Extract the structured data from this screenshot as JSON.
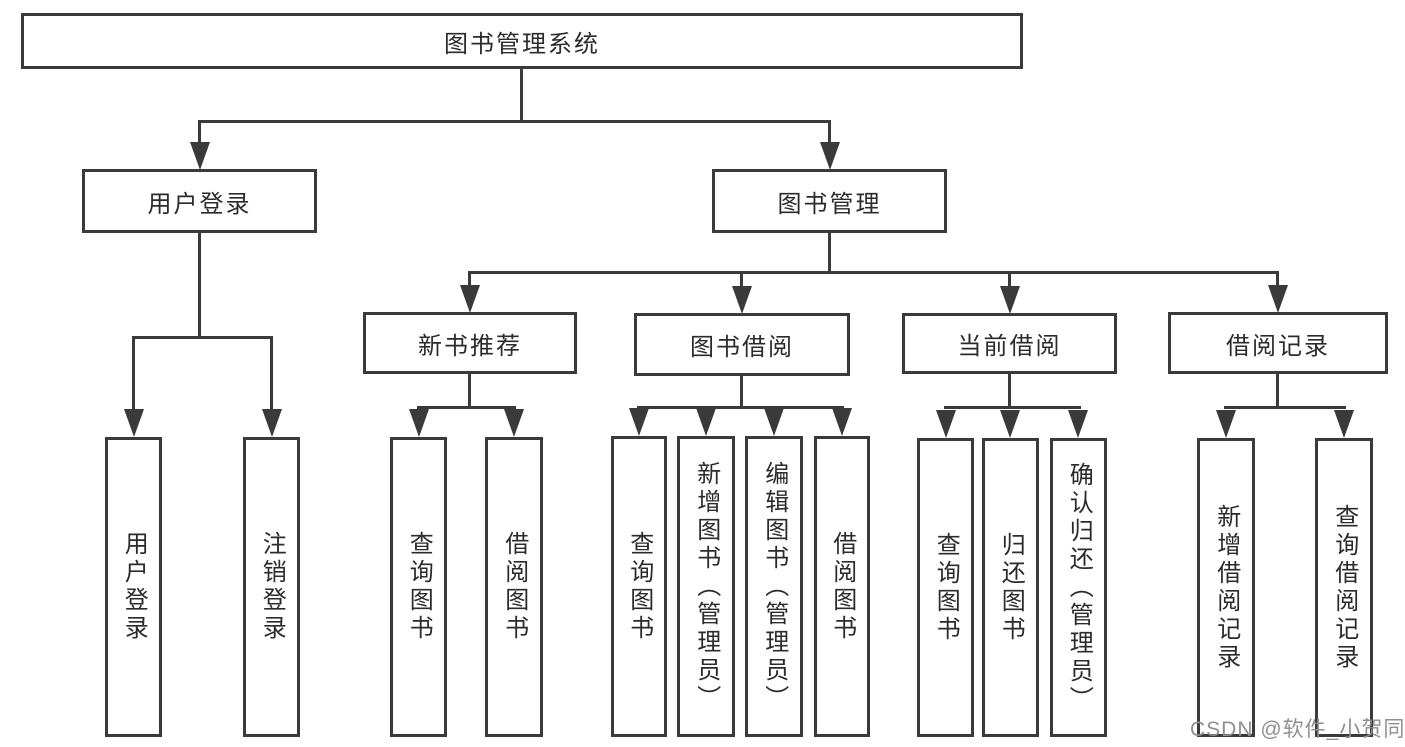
{
  "diagram": {
    "root": {
      "label": "图书管理系统"
    },
    "level1": {
      "user_login": {
        "label": "用户登录"
      },
      "book_mgmt": {
        "label": "图书管理"
      }
    },
    "level2": {
      "new_book_rec": {
        "label": "新书推荐"
      },
      "book_borrow": {
        "label": "图书借阅"
      },
      "current_borrow": {
        "label": "当前借阅"
      },
      "borrow_records": {
        "label": "借阅记录"
      }
    },
    "leaves": {
      "user_login_leaf": {
        "label": "用户登录"
      },
      "logout": {
        "label": "注销登录"
      },
      "nbr_query_books": {
        "label": "查询图书"
      },
      "nbr_borrow_books": {
        "label": "借阅图书"
      },
      "bb_query_books": {
        "label": "查询图书"
      },
      "bb_add_books": {
        "label": "新增图书（管理员）"
      },
      "bb_edit_books": {
        "label": "编辑图书（管理员）"
      },
      "bb_borrow_books": {
        "label": "借阅图书"
      },
      "cb_query_books": {
        "label": "查询图书"
      },
      "cb_return_books": {
        "label": "归还图书"
      },
      "cb_confirm_return": {
        "label": "确认归还（管理员）"
      },
      "br_add_record": {
        "label": "新增借阅记录"
      },
      "br_query_record": {
        "label": "查询借阅记录"
      }
    }
  },
  "watermark": {
    "text": "CSDN @软件_小贺同学"
  },
  "colors": {
    "line": "#3a3a3a",
    "text": "#2b2b2b",
    "watermark": "#8f8f8f",
    "background": "#ffffff"
  }
}
